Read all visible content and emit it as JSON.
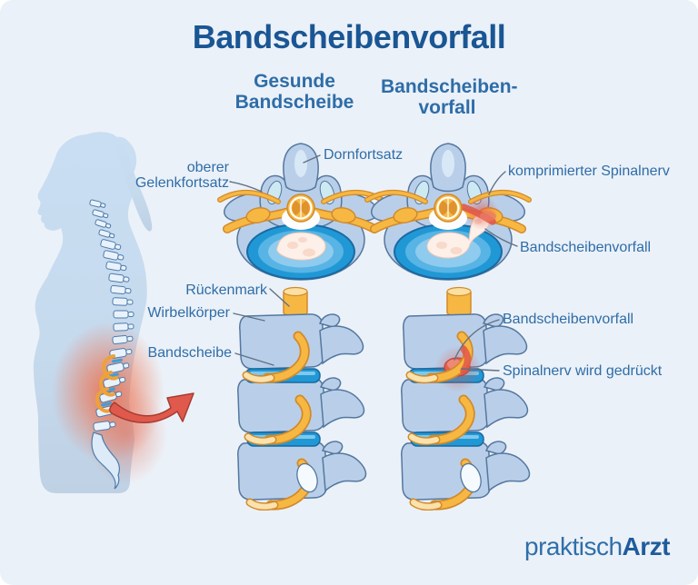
{
  "title": "Bandscheibenvorfall",
  "columns": {
    "healthy": [
      "Gesunde",
      "Bandscheibe"
    ],
    "herniated": [
      "Bandscheiben-",
      "vorfall"
    ]
  },
  "annotations": {
    "dornfortsatz": "Dornfortsatz",
    "oberer_gelenkfortsatz": [
      "oberer",
      "Gelenkfortsatz"
    ],
    "komprimierter_spinalnerv": "komprimierter Spinalnerv",
    "bandscheibenvorfall_top": "Bandscheibenvorfall",
    "rueckenmark": "Rückenmark",
    "wirbelkoerper": "Wirbelkörper",
    "bandscheibe": "Bandscheibe",
    "bandscheibenvorfall_bottom": "Bandscheibenvorfall",
    "spinalnerv_gedrueckt": "Spinalnerv wird gedrückt"
  },
  "logo": {
    "regular": "praktisch",
    "bold": "Arzt"
  },
  "colors": {
    "background": "#ebf1f8",
    "title_blue": "#1a5694",
    "label_blue": "#2e6da8",
    "bone": "#b9cfe9",
    "bone_outline": "#54779f",
    "disc_blue": "#2198d6",
    "nerve_yellow": "#f7b843",
    "nerve_outline": "#d28a2a",
    "inflammation_red": "#e25648",
    "arrow_red": "#df5a4c",
    "silhouette_blue": "#c7dcef",
    "leader_line": "#5f7284"
  }
}
